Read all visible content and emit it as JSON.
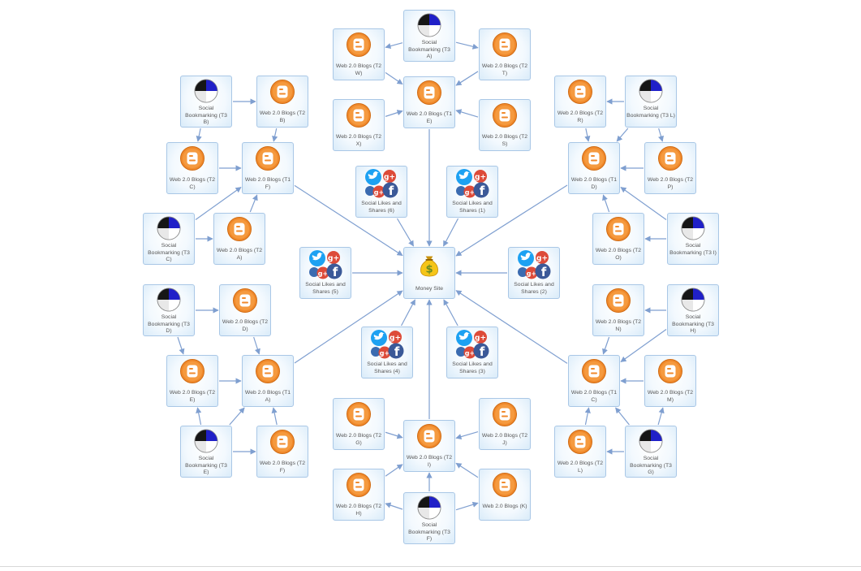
{
  "diagram": {
    "colors": {
      "edge": "#7f9fd0",
      "node_border": "#a9c7e6",
      "web2": "#f08a2c",
      "social_twitter": "#1da1f2",
      "social_gplus": "#dd4b39",
      "social_facebook": "#3b5998"
    },
    "nodes": [
      {
        "id": "money",
        "label": "Money Site",
        "type": "money",
        "icon": "money-bag-icon"
      },
      {
        "id": "sl1",
        "label": "Social Likes and Shares (1)",
        "type": "social",
        "icon": "social-likes-icon"
      },
      {
        "id": "sl2",
        "label": "Social Likes and Shares (2)",
        "type": "social",
        "icon": "social-likes-icon"
      },
      {
        "id": "sl3",
        "label": "Social Likes and Shares (3)",
        "type": "social",
        "icon": "social-likes-icon"
      },
      {
        "id": "sl4",
        "label": "Social Likes and Shares (4)",
        "type": "social",
        "icon": "social-likes-icon"
      },
      {
        "id": "sl5",
        "label": "Social Likes and Shares (5)",
        "type": "social",
        "icon": "social-likes-icon"
      },
      {
        "id": "sl6",
        "label": "Social Likes and Shares (6)",
        "type": "social",
        "icon": "social-likes-icon"
      },
      {
        "id": "t3a",
        "label": "Social Bookmarking (T3 A)",
        "type": "bookmark",
        "icon": "bookmark-pie-icon"
      },
      {
        "id": "t2w",
        "label": "Web 2.0 Blogs (T2 W)",
        "type": "web2",
        "icon": "blogger-icon"
      },
      {
        "id": "t2t",
        "label": "Web 2.0 Blogs (T2 T)",
        "type": "web2",
        "icon": "blogger-icon"
      },
      {
        "id": "t1e",
        "label": "Web 2.0 Blogs (T1 E)",
        "type": "web2",
        "icon": "blogger-icon"
      },
      {
        "id": "t2x",
        "label": "Web 2.0 Blogs (T2 X)",
        "type": "web2",
        "icon": "blogger-icon"
      },
      {
        "id": "t2s",
        "label": "Web 2.0 Blogs (T2 S)",
        "type": "web2",
        "icon": "blogger-icon"
      },
      {
        "id": "t3b",
        "label": "Social Bookmarking (T3 B)",
        "type": "bookmark",
        "icon": "bookmark-pie-icon"
      },
      {
        "id": "t2b",
        "label": "Web 2.0 Blogs (T2 B)",
        "type": "web2",
        "icon": "blogger-icon"
      },
      {
        "id": "t2c",
        "label": "Web 2.0 Blogs (T2 C)",
        "type": "web2",
        "icon": "blogger-icon"
      },
      {
        "id": "t1f",
        "label": "Web 2.0 Blogs (T1 F)",
        "type": "web2",
        "icon": "blogger-icon"
      },
      {
        "id": "t3c",
        "label": "Social Bookmarking (T3 C)",
        "type": "bookmark",
        "icon": "bookmark-pie-icon"
      },
      {
        "id": "t2a",
        "label": "Web 2.0 Blogs (T2 A)",
        "type": "web2",
        "icon": "blogger-icon"
      },
      {
        "id": "t2r",
        "label": "Web 2.0 Blogs (T2 R)",
        "type": "web2",
        "icon": "blogger-icon"
      },
      {
        "id": "t3l",
        "label": "Social Bookmarking (T3 L)",
        "type": "bookmark",
        "icon": "bookmark-pie-icon"
      },
      {
        "id": "t1d",
        "label": "Web 2.0 Blogs (T1 D)",
        "type": "web2",
        "icon": "blogger-icon"
      },
      {
        "id": "t2p",
        "label": "Web 2.0 Blogs (T2 P)",
        "type": "web2",
        "icon": "blogger-icon"
      },
      {
        "id": "t2o",
        "label": "Web 2.0 Blogs (T2 O)",
        "type": "web2",
        "icon": "blogger-icon"
      },
      {
        "id": "t3i",
        "label": "Social Bookmarking (T3 I)",
        "type": "bookmark",
        "icon": "bookmark-pie-icon"
      },
      {
        "id": "t3d",
        "label": "Social Bookmarking (T3 D)",
        "type": "bookmark",
        "icon": "bookmark-pie-icon"
      },
      {
        "id": "t2d",
        "label": "Web 2.0 Blogs (T2 D)",
        "type": "web2",
        "icon": "blogger-icon"
      },
      {
        "id": "t2e",
        "label": "Web 2.0 Blogs (T2 E)",
        "type": "web2",
        "icon": "blogger-icon"
      },
      {
        "id": "t1a",
        "label": "Web 2.0 Blogs (T1 A)",
        "type": "web2",
        "icon": "blogger-icon"
      },
      {
        "id": "t3e",
        "label": "Social Bookmarking (T3 E)",
        "type": "bookmark",
        "icon": "bookmark-pie-icon"
      },
      {
        "id": "t2f",
        "label": "Web 2.0 Blogs (T2 F)",
        "type": "web2",
        "icon": "blogger-icon"
      },
      {
        "id": "t2n",
        "label": "Web 2.0 Blogs (T2 N)",
        "type": "web2",
        "icon": "blogger-icon"
      },
      {
        "id": "t3h",
        "label": "Social Bookmarking (T3 H)",
        "type": "bookmark",
        "icon": "bookmark-pie-icon"
      },
      {
        "id": "t1c",
        "label": "Web 2.0 Blogs (T1 C)",
        "type": "web2",
        "icon": "blogger-icon"
      },
      {
        "id": "t2m",
        "label": "Web 2.0 Blogs (T2 M)",
        "type": "web2",
        "icon": "blogger-icon"
      },
      {
        "id": "t2l",
        "label": "Web 2.0 Blogs (T2 L)",
        "type": "web2",
        "icon": "blogger-icon"
      },
      {
        "id": "t3g",
        "label": "Social Bookmarking (T3 G)",
        "type": "bookmark",
        "icon": "bookmark-pie-icon"
      },
      {
        "id": "t2g",
        "label": "Web 2.0 Blogs (T2 G)",
        "type": "web2",
        "icon": "blogger-icon"
      },
      {
        "id": "t2j",
        "label": "Web 2.0 Blogs (T2 J)",
        "type": "web2",
        "icon": "blogger-icon"
      },
      {
        "id": "t1i",
        "label": "Web 2.0 Blogs (T2 I)",
        "type": "web2",
        "icon": "blogger-icon"
      },
      {
        "id": "t2h",
        "label": "Web 2.0 Blogs (T2 H)",
        "type": "web2",
        "icon": "blogger-icon"
      },
      {
        "id": "t3f",
        "label": "Social Bookmarking (T3 F)",
        "type": "bookmark",
        "icon": "bookmark-pie-icon"
      },
      {
        "id": "t2k",
        "label": "Web 2.0 Blogs (K)",
        "type": "web2",
        "icon": "blogger-icon"
      }
    ],
    "edges": [
      [
        "t1e",
        "money"
      ],
      [
        "t1f",
        "money"
      ],
      [
        "t1d",
        "money"
      ],
      [
        "t1a",
        "money"
      ],
      [
        "t1c",
        "money"
      ],
      [
        "t1i",
        "money"
      ],
      [
        "sl1",
        "money"
      ],
      [
        "sl2",
        "money"
      ],
      [
        "sl3",
        "money"
      ],
      [
        "sl4",
        "money"
      ],
      [
        "sl5",
        "money"
      ],
      [
        "sl6",
        "money"
      ],
      [
        "t3a",
        "t2w"
      ],
      [
        "t3a",
        "t2t"
      ],
      [
        "t2w",
        "t1e"
      ],
      [
        "t2t",
        "t1e"
      ],
      [
        "t2x",
        "t1e"
      ],
      [
        "t2s",
        "t1e"
      ],
      [
        "t3b",
        "t2b"
      ],
      [
        "t3b",
        "t2c"
      ],
      [
        "t2b",
        "t1f"
      ],
      [
        "t2c",
        "t1f"
      ],
      [
        "t3c",
        "t1f"
      ],
      [
        "t3c",
        "t2a"
      ],
      [
        "t2a",
        "t1f"
      ],
      [
        "t3l",
        "t2r"
      ],
      [
        "t2r",
        "t1d"
      ],
      [
        "t3l",
        "t1d"
      ],
      [
        "t3l",
        "t2p"
      ],
      [
        "t2p",
        "t1d"
      ],
      [
        "t2o",
        "t1d"
      ],
      [
        "t3i",
        "t2o"
      ],
      [
        "t3i",
        "t1d"
      ],
      [
        "t3d",
        "t2d"
      ],
      [
        "t3d",
        "t2e"
      ],
      [
        "t2d",
        "t1a"
      ],
      [
        "t2e",
        "t1a"
      ],
      [
        "t3e",
        "t2e"
      ],
      [
        "t3e",
        "t1a"
      ],
      [
        "t3e",
        "t2f"
      ],
      [
        "t2f",
        "t1a"
      ],
      [
        "t3h",
        "t2n"
      ],
      [
        "t2n",
        "t1c"
      ],
      [
        "t3h",
        "t1c"
      ],
      [
        "t2m",
        "t1c"
      ],
      [
        "t3g",
        "t2m"
      ],
      [
        "t3g",
        "t2l"
      ],
      [
        "t2l",
        "t1c"
      ],
      [
        "t3g",
        "t1c"
      ],
      [
        "t2g",
        "t1i"
      ],
      [
        "t2j",
        "t1i"
      ],
      [
        "t2h",
        "t1i"
      ],
      [
        "t3f",
        "t1i"
      ],
      [
        "t3f",
        "t2h"
      ],
      [
        "t3f",
        "t2k"
      ],
      [
        "t2k",
        "t1i"
      ]
    ]
  }
}
